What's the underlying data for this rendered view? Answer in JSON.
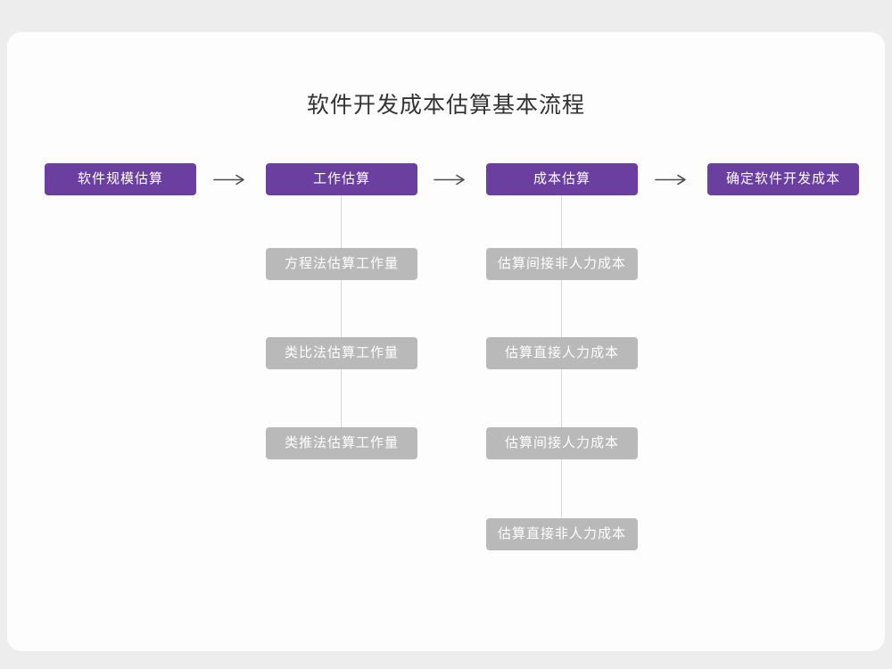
{
  "title": "软件开发成本估算基本流程",
  "flow": {
    "main_nodes": [
      "软件规模估算",
      "工作估算",
      "成本估算",
      "确定软件开发成本"
    ],
    "branches": [
      {
        "parent": "工作估算",
        "children": [
          "方程法估算工作量",
          "类比法估算工作量",
          "类推法估算工作量"
        ]
      },
      {
        "parent": "成本估算",
        "children": [
          "估算间接非人力成本",
          "估算直接人力成本",
          "估算间接人力成本",
          "估算直接非人力成本"
        ]
      }
    ]
  },
  "colors": {
    "main_node": "#6b3fa0",
    "sub_node": "#b9b9b9",
    "connector": "#d8d8d8",
    "arrow": "#4d4d4d",
    "card_bg": "#fdfdfd",
    "page_bg": "#ededee",
    "title_text": "#333333",
    "node_text": "#ffffff"
  }
}
